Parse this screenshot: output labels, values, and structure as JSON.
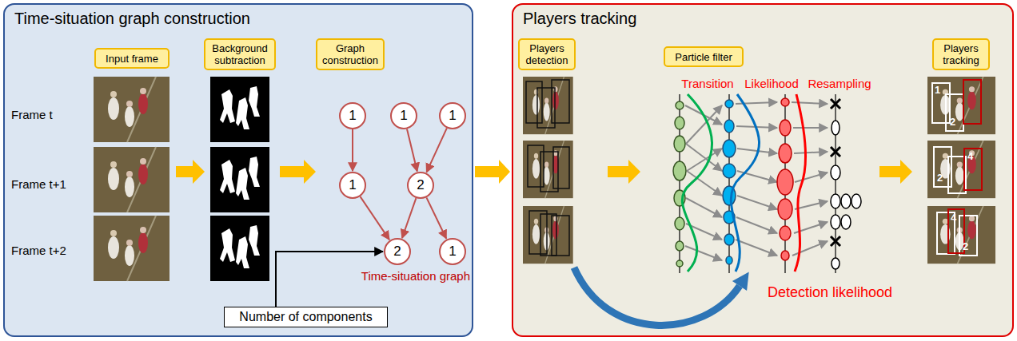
{
  "diagram": {
    "nodes": [
      {
        "text": [
          "Time-situation graph construction"
        ]
      },
      {
        "text": [
          "Input frame"
        ],
        "in": 0
      },
      {
        "text": [
          "Background subtraction"
        ],
        "in": 0
      },
      {
        "text": [
          "Graph construction"
        ],
        "in": 0
      },
      {
        "text": [
          "1"
        ],
        "in": 0
      },
      {
        "text": [
          "1"
        ],
        "in": 0
      },
      {
        "text": [
          "1"
        ],
        "in": 0
      },
      {
        "text": [
          "1"
        ],
        "in": 0
      },
      {
        "text": [
          "2"
        ],
        "in": 0
      },
      {
        "text": [
          "2"
        ],
        "in": 0
      },
      {
        "text": [
          "1"
        ],
        "in": 0
      },
      {
        "text": [
          "Number of components"
        ],
        "in": 0
      },
      {
        "text": [
          "Players tracking"
        ]
      },
      {
        "text": [
          "Players detection"
        ],
        "in": 12
      },
      {
        "text": [
          "Particle filter"
        ],
        "in": 12
      },
      {
        "text": [
          "Players tracking"
        ],
        "in": 12
      }
    ],
    "edges": [
      {
        "from": 0,
        "to": 12,
        "arrow": "to"
      },
      {
        "from": 4,
        "to": 7,
        "arrow": "to"
      },
      {
        "from": 5,
        "to": 8,
        "arrow": "to"
      },
      {
        "from": 6,
        "to": 8,
        "arrow": "to"
      },
      {
        "from": 7,
        "to": 9,
        "arrow": "to"
      },
      {
        "from": 8,
        "to": 9,
        "arrow": "to"
      },
      {
        "from": 8,
        "to": 10,
        "arrow": "to"
      },
      {
        "from": 11,
        "to": 9,
        "arrow": "to"
      }
    ],
    "labels": [
      "Frame t",
      "Frame t+1",
      "Frame t+2",
      "Time-situation graph",
      "Transition",
      "Likelihood",
      "Resampling",
      "Detection likelihood",
      "1",
      "2",
      "2",
      "4",
      "4",
      "2"
    ]
  }
}
